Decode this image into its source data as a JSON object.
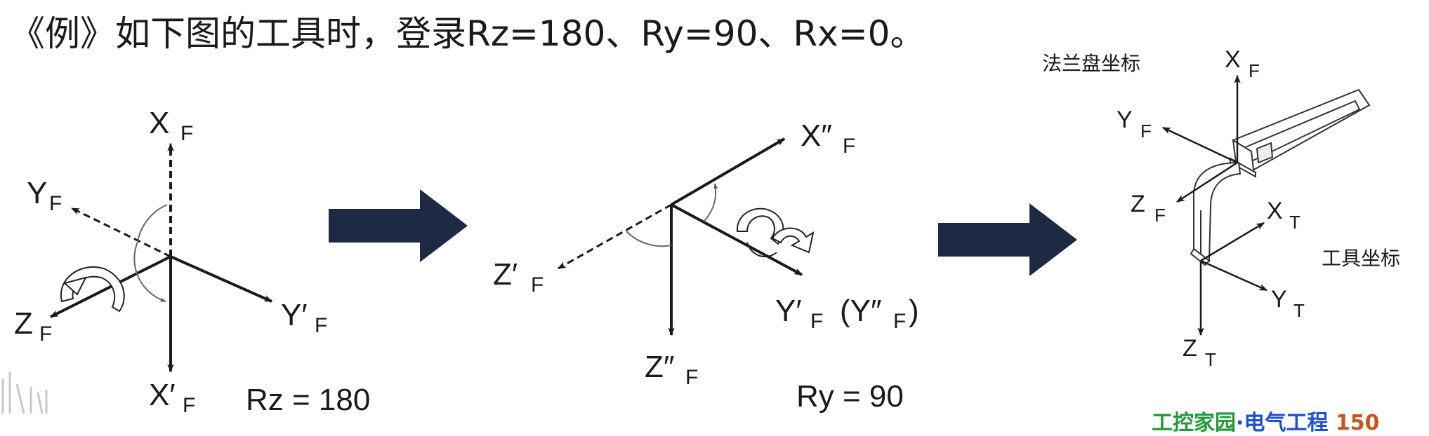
{
  "title": "《例》如下图的工具时，登录Rz=180、Ry=90、Rx=0。",
  "diagram1": {
    "x_axis": "X",
    "x_sub": "F",
    "y_axis": "Y",
    "y_sub": "F",
    "z_axis": "Z",
    "z_sub": "F",
    "yp_axis": "Y′",
    "yp_sub": "F",
    "xp_axis": "X′",
    "xp_sub": "F",
    "caption": "Rz = 180"
  },
  "diagram2": {
    "xpp_axis": "X″",
    "xpp_sub": "F",
    "zp_axis": "Z′",
    "zp_sub": "F",
    "zpp_axis": "Z″",
    "zpp_sub": "F",
    "yp_axis": "Y′",
    "yp_sub": "F",
    "ypp_paren": "(Y″",
    "ypp_sub": "F",
    "ypp_close": ")",
    "caption": "Ry = 90"
  },
  "diagram3": {
    "flange_label": "法兰盘坐标",
    "tool_label": "工具坐标",
    "xf": "X",
    "xf_sub": "F",
    "yf": "Y",
    "yf_sub": "F",
    "zf": "Z",
    "zf_sub": "F",
    "xt": "X",
    "xt_sub": "T",
    "yt": "Y",
    "yt_sub": "T",
    "zt": "Z",
    "zt_sub": "T"
  },
  "footer": {
    "part1": "工控家园",
    "part2": "·电气工程",
    "part3": "150"
  },
  "colors": {
    "arrow_fill": "#1e2a44",
    "footer_green": "#1f9a3a",
    "footer_blue": "#1d4fd1",
    "footer_orange": "#c9571d"
  }
}
